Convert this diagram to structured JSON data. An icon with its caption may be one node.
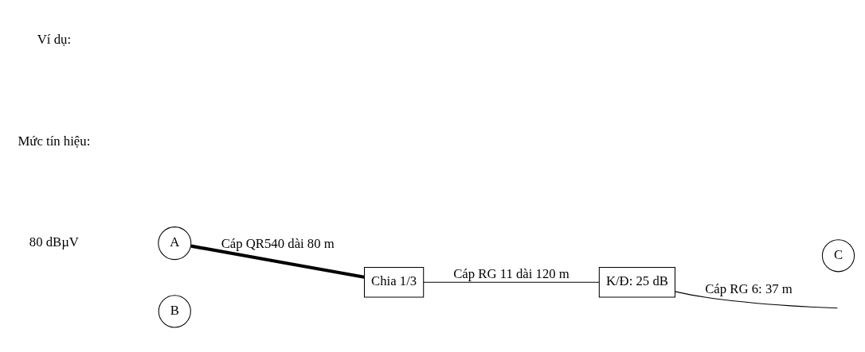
{
  "diagram": {
    "nodes": [
      {
        "text": [
          "A"
        ]
      },
      {
        "text": [
          "B"
        ]
      },
      {
        "text": [
          "Chia 1/3"
        ]
      },
      {
        "text": [
          "K/Đ: 25 dB"
        ]
      },
      {
        "text": [
          "C"
        ]
      }
    ],
    "edges": [
      {
        "from": 0,
        "to": 2,
        "arrow": "none",
        "style": "thick",
        "label": "Cáp QR540 dài 80 m"
      },
      {
        "from": 2,
        "to": 3,
        "arrow": "none",
        "label": "Cáp RG 11 dài 120 m"
      },
      {
        "from": 3,
        "to": null,
        "arrow": "none",
        "label": "Cáp RG 6: 37 m"
      }
    ],
    "labels": [
      "Ví dụ:",
      "Mức tín hiệu:",
      "80 dBµV"
    ]
  }
}
